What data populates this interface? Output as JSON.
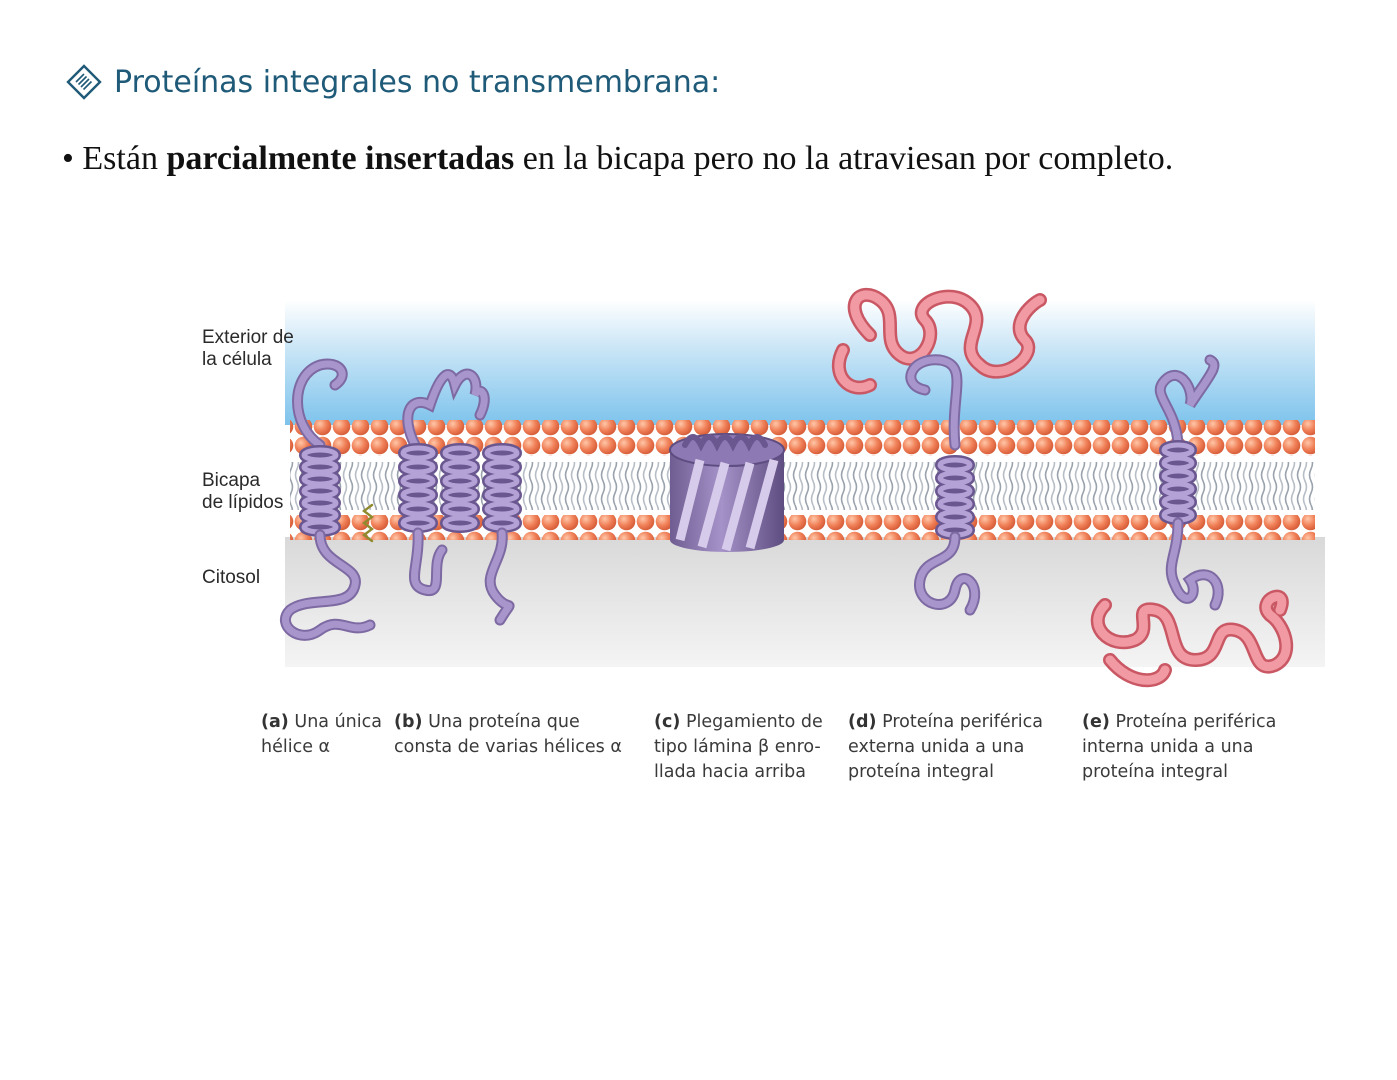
{
  "heading": {
    "icon": "diamond-icon",
    "text": "Proteínas integrales no transmembrana:",
    "color": "#1f5a78"
  },
  "bullet": {
    "marker": "•",
    "pre": "Están ",
    "bold": "parcialmente insertadas",
    "post": " en la bicapa pero no la atraviesan por completo."
  },
  "figure": {
    "region_labels": {
      "exterior": [
        "Exterior de",
        "la célula"
      ],
      "bilayer": [
        "Bicapa",
        "de lípidos"
      ],
      "cytosol": "Citosol"
    },
    "captions": [
      {
        "letter": "(a)",
        "lines": [
          "Una única",
          "hélice α"
        ]
      },
      {
        "letter": "(b)",
        "lines": [
          "Una proteína que",
          "consta de varias hélices α"
        ]
      },
      {
        "letter": "(c)",
        "lines": [
          "Plegamiento de",
          "tipo lámina β enro-",
          "llada hacia arriba"
        ]
      },
      {
        "letter": "(d)",
        "lines": [
          "Proteína periférica",
          "externa unida a una",
          "proteína integral"
        ]
      },
      {
        "letter": "(e)",
        "lines": [
          "Proteína periférica",
          "interna unida a una",
          "proteína integral"
        ]
      }
    ],
    "colors": {
      "protein": "#9b86bd",
      "peripheral": "#e2727e",
      "lipid_head": "#f08058",
      "exterior": "#8fcbee"
    }
  }
}
